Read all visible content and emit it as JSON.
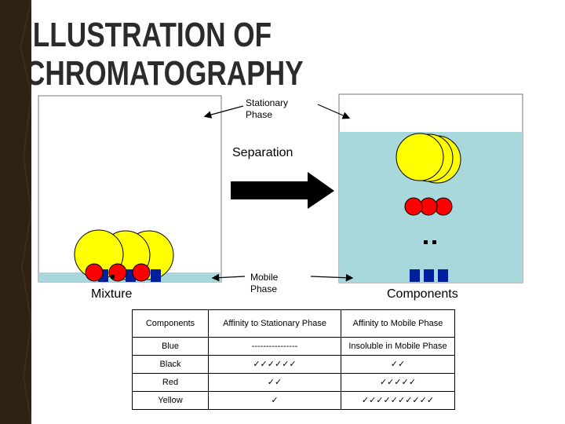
{
  "slide": {
    "title_line1": "ILLUSTRATION OF",
    "title_line2": "CHROMATOGRAPHY"
  },
  "diagram": {
    "stationary_label_1": "Stationary",
    "stationary_label_2": "Phase",
    "separation_label": "Separation",
    "mobile_label_1": "Mobile",
    "mobile_label_2": "Phase",
    "mixture_label": "Mixture",
    "components_label": "Components",
    "colors": {
      "mobile_phase": "#a8d8dc",
      "yellow": "#ffff00",
      "red": "#ff0000",
      "blue": "#001f9c",
      "black": "#000000",
      "sidebar": "#2f2213"
    }
  },
  "table": {
    "headers": [
      "Components",
      "Affinity to Stationary Phase",
      "Affinity to Mobile Phase"
    ],
    "rows": [
      [
        "Blue",
        "----------------",
        "Insoluble in Mobile Phase"
      ],
      [
        "Black",
        "✓✓✓✓✓✓",
        "✓✓"
      ],
      [
        "Red",
        "✓✓",
        "✓✓✓✓✓"
      ],
      [
        "Yellow",
        "✓",
        "✓✓✓✓✓✓✓✓✓✓"
      ]
    ]
  }
}
